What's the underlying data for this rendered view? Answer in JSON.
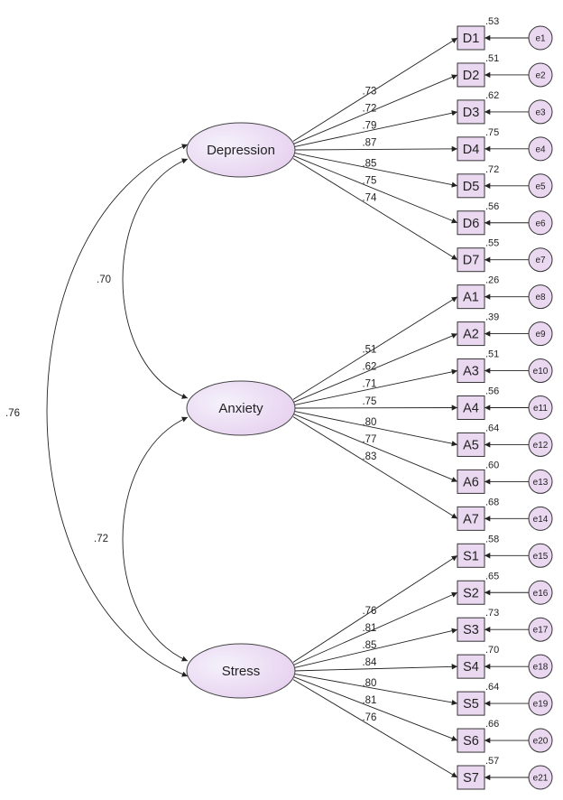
{
  "latents": [
    {
      "id": "dep",
      "label": "Depression"
    },
    {
      "id": "anx",
      "label": "Anxiety"
    },
    {
      "id": "str",
      "label": "Stress"
    }
  ],
  "items": [
    {
      "label": "D1",
      "error": "e1",
      "loading": ".73",
      "r2": ".53"
    },
    {
      "label": "D2",
      "error": "e2",
      "loading": ".72",
      "r2": ".51"
    },
    {
      "label": "D3",
      "error": "e3",
      "loading": ".79",
      "r2": ".62"
    },
    {
      "label": "D4",
      "error": "e4",
      "loading": ".87",
      "r2": ".75"
    },
    {
      "label": "D5",
      "error": "e5",
      "loading": ".85",
      "r2": ".72"
    },
    {
      "label": "D6",
      "error": "e6",
      "loading": ".75",
      "r2": ".56"
    },
    {
      "label": "D7",
      "error": "e7",
      "loading": ".74",
      "r2": ".55"
    },
    {
      "label": "A1",
      "error": "e8",
      "loading": ".51",
      "r2": ".26"
    },
    {
      "label": "A2",
      "error": "e9",
      "loading": ".62",
      "r2": ".39"
    },
    {
      "label": "A3",
      "error": "e10",
      "loading": ".71",
      "r2": ".51"
    },
    {
      "label": "A4",
      "error": "e11",
      "loading": ".75",
      "r2": ".56"
    },
    {
      "label": "A5",
      "error": "e12",
      "loading": ".80",
      "r2": ".64"
    },
    {
      "label": "A6",
      "error": "e13",
      "loading": ".77",
      "r2": ".60"
    },
    {
      "label": "A7",
      "error": "e14",
      "loading": ".83",
      "r2": ".68"
    },
    {
      "label": "S1",
      "error": "e15",
      "loading": ".76",
      "r2": ".58"
    },
    {
      "label": "S2",
      "error": "e16",
      "loading": ".81",
      "r2": ".65"
    },
    {
      "label": "S3",
      "error": "e17",
      "loading": ".85",
      "r2": ".73"
    },
    {
      "label": "S4",
      "error": "e18",
      "loading": ".84",
      "r2": ".70"
    },
    {
      "label": "S5",
      "error": "e19",
      "loading": ".80",
      "r2": ".64"
    },
    {
      "label": "S6",
      "error": "e20",
      "loading": ".81",
      "r2": ".66"
    },
    {
      "label": "S7",
      "error": "e21",
      "loading": ".76",
      "r2": ".57"
    }
  ],
  "correlations": [
    {
      "from": "dep",
      "to": "anx",
      "value": ".70"
    },
    {
      "from": "anx",
      "to": "str",
      "value": ".72"
    },
    {
      "from": "dep",
      "to": "str",
      "value": ".76"
    }
  ]
}
